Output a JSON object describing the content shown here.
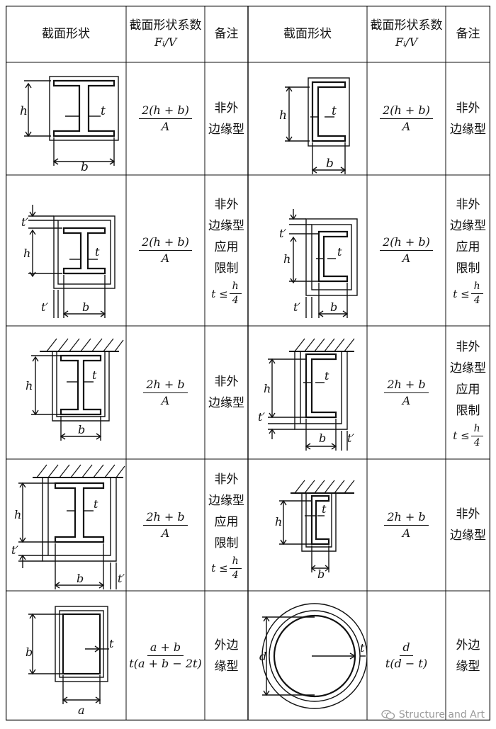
{
  "header": {
    "shape": "截面形状",
    "factor": "截面形状系数",
    "factor_sub": "Fᵢ/V",
    "note": "备注"
  },
  "rows": [
    {
      "left": {
        "num": "2(h + b)",
        "den": "A",
        "note": [
          "非外",
          "边缘型"
        ]
      },
      "right": {
        "num": "2(h + b)",
        "den": "A",
        "note": [
          "非外",
          "边缘型"
        ]
      }
    },
    {
      "left": {
        "num": "2(h + b)",
        "den": "A",
        "note": [
          "非外",
          "边缘型",
          "应用",
          "限制"
        ],
        "cond": {
          "t": "t ≤",
          "num": "h",
          "den": "4"
        }
      },
      "right": {
        "num": "2(h + b)",
        "den": "A",
        "note": [
          "非外",
          "边缘型",
          "应用",
          "限制"
        ],
        "cond": {
          "t": "t ≤",
          "num": "h",
          "den": "4"
        }
      }
    },
    {
      "left": {
        "num": "2h + b",
        "den": "A",
        "note": [
          "非外",
          "边缘型"
        ]
      },
      "right": {
        "num": "2h + b",
        "den": "A",
        "note": [
          "非外",
          "边缘型",
          "应用",
          "限制"
        ],
        "cond": {
          "t": "t ≤",
          "num": "h",
          "den": "4"
        }
      }
    },
    {
      "left": {
        "num": "2h + b",
        "den": "A",
        "note": [
          "非外",
          "边缘型",
          "应用",
          "限制"
        ],
        "cond": {
          "t": "t ≤",
          "num": "h",
          "den": "4"
        }
      },
      "right": {
        "num": "2h + b",
        "den": "A",
        "note": [
          "非外",
          "边缘型"
        ]
      }
    },
    {
      "left": {
        "num": "a + b",
        "den": "t(a + b − 2t)",
        "note": [
          "外边",
          "缘型"
        ]
      },
      "right": {
        "num": "d",
        "den": "t(d − t)",
        "note": [
          "外边",
          "缘型"
        ]
      }
    }
  ],
  "labels": {
    "h": "h",
    "b": "b",
    "t": "t",
    "t2": "t′",
    "a": "a",
    "d": "d"
  },
  "watermark": "Structure and Art"
}
